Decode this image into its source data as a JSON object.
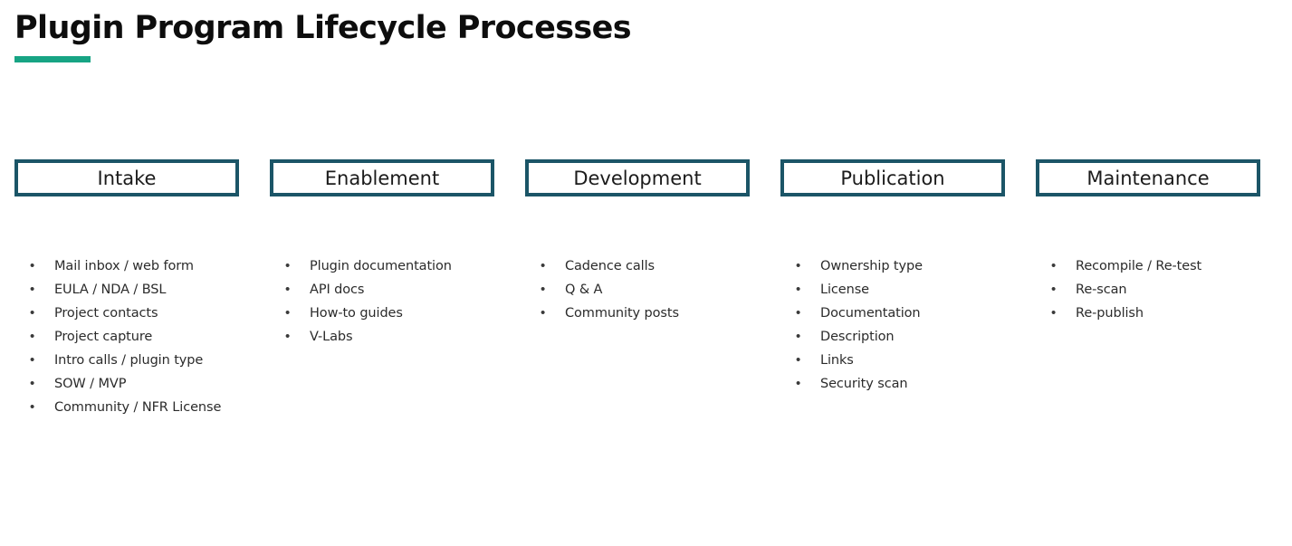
{
  "slide": {
    "title": "Plugin Program Lifecycle Processes",
    "accent_color": "#17a484",
    "box_border_color": "#1b5567",
    "background_color": "#ffffff",
    "text_color": "#2b2b2b",
    "bullet_glyph": "•"
  },
  "columns": [
    {
      "phase": "Intake",
      "items": [
        "Mail inbox / web form",
        "EULA / NDA / BSL",
        "Project contacts",
        "Project capture",
        "Intro calls / plugin type",
        "SOW / MVP",
        "Community / NFR License"
      ]
    },
    {
      "phase": "Enablement",
      "items": [
        "Plugin documentation",
        "API docs",
        "How-to guides",
        "V-Labs"
      ]
    },
    {
      "phase": "Development",
      "items": [
        "Cadence calls",
        "Q & A",
        "Community posts"
      ]
    },
    {
      "phase": "Publication",
      "items": [
        "Ownership type",
        "License",
        "Documentation",
        "Description",
        "Links",
        "Security scan"
      ]
    },
    {
      "phase": "Maintenance",
      "items": [
        "Recompile / Re-test",
        "Re-scan",
        "Re-publish"
      ]
    }
  ]
}
